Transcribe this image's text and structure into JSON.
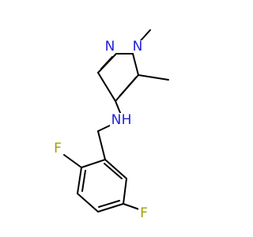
{
  "molecule": {
    "atoms": {
      "n1": {
        "symbol": "N",
        "color": "#2121d9"
      },
      "n2": {
        "symbol": "N",
        "color": "#2121d9"
      },
      "nh": {
        "symbol": "N",
        "color": "#2121d9"
      },
      "h": {
        "symbol": "H",
        "color": "#2121d9"
      },
      "f1": {
        "symbol": "F",
        "color": "#9ea100"
      },
      "f2": {
        "symbol": "F",
        "color": "#9ea100"
      }
    }
  }
}
